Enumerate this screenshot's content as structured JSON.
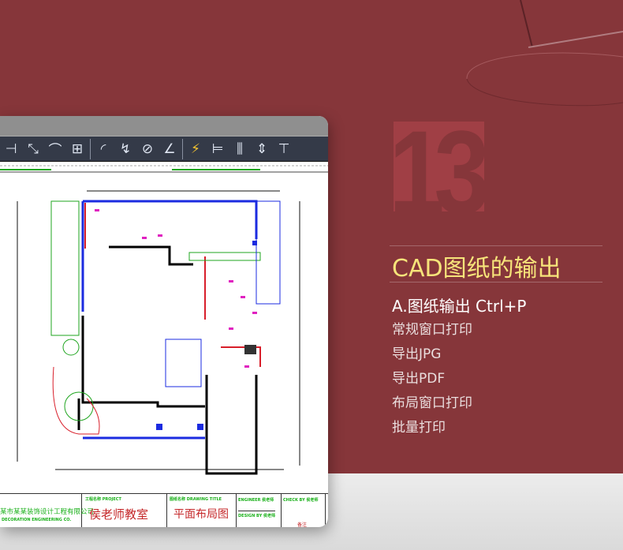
{
  "number": "13",
  "title": "CAD图纸的输出",
  "subtitle": "A.图纸输出 Ctrl+P",
  "items": [
    "常规窗口打印",
    "导出JPG",
    "导出PDF",
    "布局窗口打印",
    "批量打印"
  ],
  "toolbar": {
    "icons": [
      "dim-linear-icon",
      "dim-aligned-icon",
      "dim-arc-icon",
      "dim-ordinate-icon",
      "dim-radius-icon",
      "dim-jogged-icon",
      "dim-diameter-icon",
      "dim-angular-icon",
      "quick-dim-icon",
      "dim-baseline-icon",
      "dim-continue-icon",
      "dim-space-icon",
      "dim-break-icon"
    ]
  },
  "title_block": {
    "company": "某市某某装饰设计工程有限公司",
    "company_en": "DECORATION ENGINEERING CO.",
    "project_label": "工程名称 PROJECT",
    "project": "侯老师教室",
    "drawing_label": "图纸名称 DRAWING TITLE",
    "drawing": "平面布局图",
    "engineer": "ENGINEER 侯老师",
    "design": "DESIGN BY 侯老师",
    "check": "CHECK BY 侯老师",
    "remark": "备注"
  },
  "colors": {
    "background": "#86363a",
    "accent": "#f6e47a"
  }
}
